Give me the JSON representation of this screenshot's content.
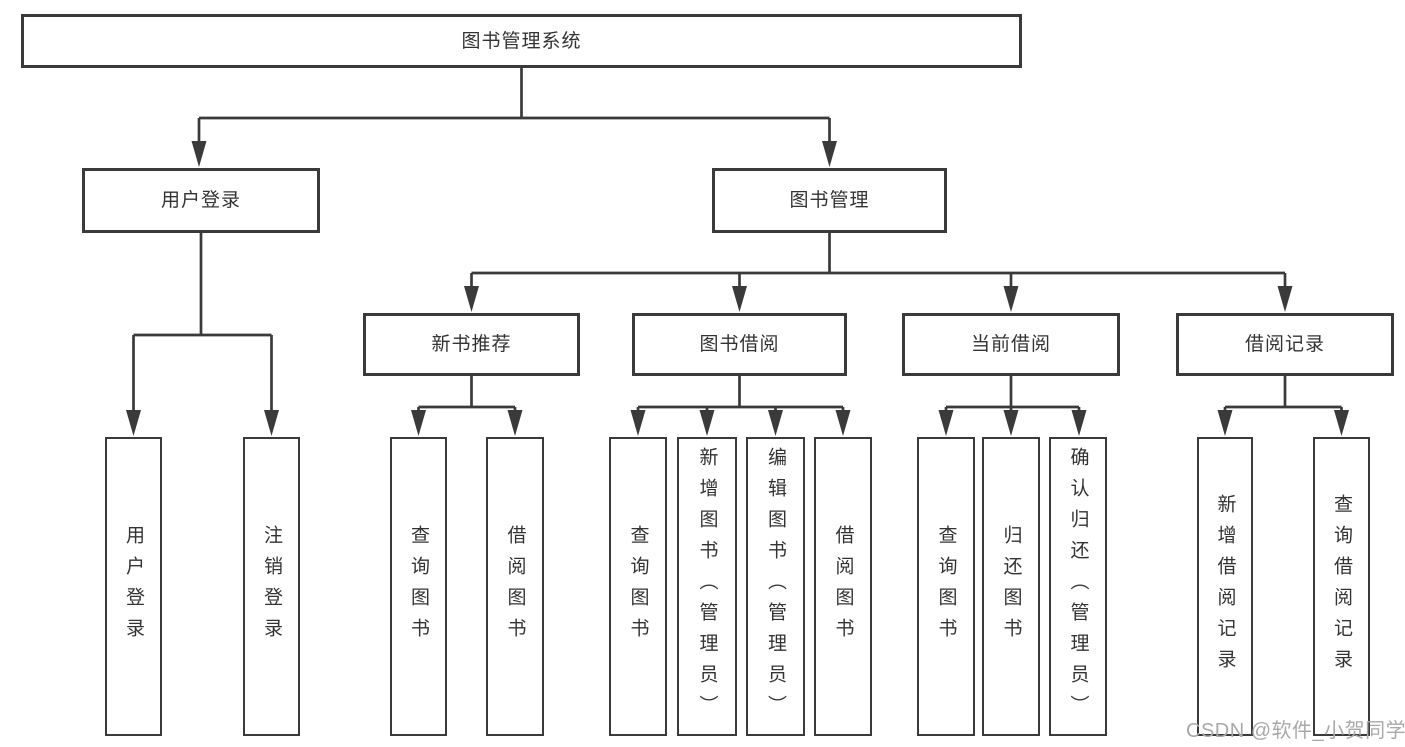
{
  "colors": {
    "line": "#3a3a3a",
    "text": "#333333",
    "box_fill": "#ffffff",
    "watermark": "#a9a9a9",
    "bg": "#ffffff"
  },
  "tree": {
    "root": {
      "label": "图书管理系统"
    },
    "branches": [
      {
        "label": "用户登录",
        "leaves": [
          "用户登录",
          "注销登录"
        ]
      },
      {
        "label": "图书管理",
        "groups": [
          {
            "label": "新书推荐",
            "leaves": [
              "查询图书",
              "借阅图书"
            ]
          },
          {
            "label": "图书借阅",
            "leaves": [
              "查询图书",
              "新增图书（管理员）",
              "编辑图书（管理员）",
              "借阅图书"
            ]
          },
          {
            "label": "当前借阅",
            "leaves": [
              "查询图书",
              "归还图书",
              "确认归还（管理员）"
            ]
          },
          {
            "label": "借阅记录",
            "leaves": [
              "新增借阅记录",
              "查询借阅记录"
            ]
          }
        ]
      }
    ]
  },
  "watermark": {
    "text": "CSDN @软件_小贺同学"
  }
}
